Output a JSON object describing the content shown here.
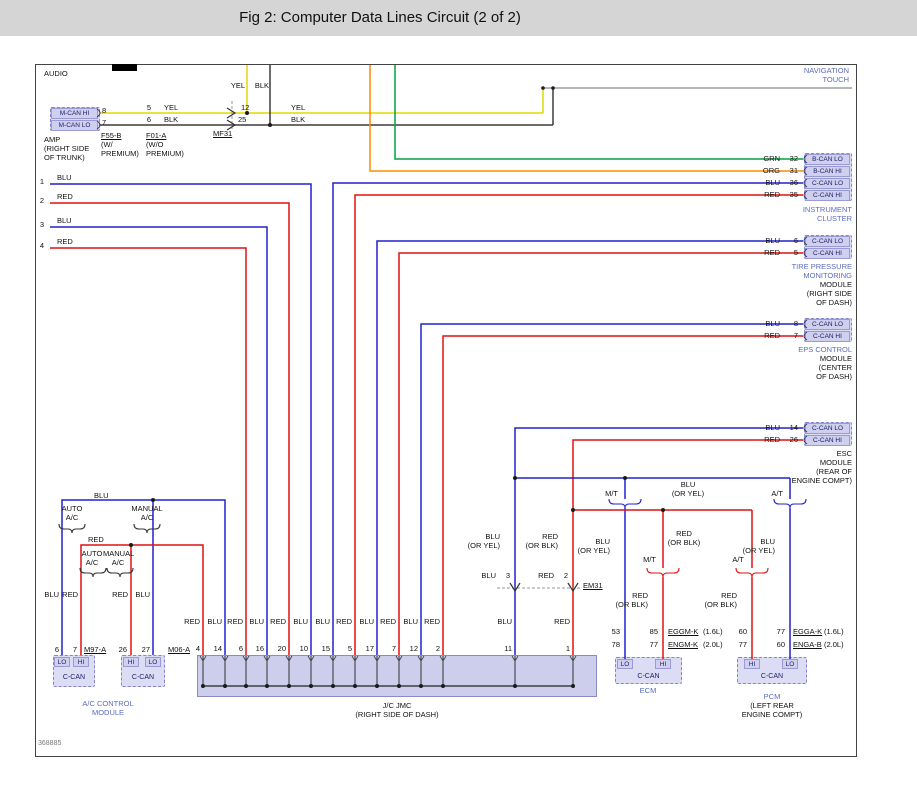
{
  "title": "Fig 2: Computer Data Lines Circuit (2 of 2)",
  "figure_id": "368885",
  "colors": {
    "wire_blue": "#2121cf",
    "wire_red": "#e01212",
    "wire_green": "#00a33e",
    "wire_orange": "#ff8c00",
    "wire_yellow": "#e3d800",
    "wire_black": "#3c3c3c",
    "wire_gray": "#8a8a8a",
    "module_text_blue": "#5b6dbd",
    "connector_fill": "#dcdcf4"
  },
  "w": {
    "blu": "BLU",
    "red": "RED",
    "yel": "YEL",
    "blk": "BLK",
    "or_yel": "(OR YEL)",
    "or_blk": "(OR BLK)",
    "mt": "M/T",
    "at": "A/T"
  },
  "header": {
    "audio": "AUDIO"
  },
  "navigation": {
    "line1": "NAVIGATION",
    "line2": "TOUCH"
  },
  "amp": {
    "rows": [
      {
        "label": "M-CAN HI",
        "pin": "8"
      },
      {
        "label": "M-CAN LO",
        "pin": "7"
      }
    ],
    "name1": "AMP",
    "name2": "(RIGHT SIDE",
    "name3": "OF TRUNK)",
    "wire_pins": [
      "5",
      "6"
    ],
    "conn_a_id": "F55-B",
    "conn_a_note1": "(W/",
    "conn_a_note2": "PREMIUM)",
    "conn_b_id": "F01-A",
    "conn_b_note1": "(W/O",
    "conn_b_note2": "PREMIUM)"
  },
  "mf31": {
    "id": "MF31",
    "pin_top": "12",
    "pin_bottom": "25"
  },
  "em31": {
    "id": "EM31",
    "pin_left": "3",
    "pin_right": "2"
  },
  "left_wires": [
    {
      "num": "1",
      "color": "BLU"
    },
    {
      "num": "2",
      "color": "RED"
    },
    {
      "num": "3",
      "color": "BLU"
    },
    {
      "num": "4",
      "color": "RED"
    }
  ],
  "cluster": {
    "rows": [
      {
        "color": "GRN",
        "pin": "32",
        "label": "B-CAN LO"
      },
      {
        "color": "ORG",
        "pin": "31",
        "label": "B-CAN HI"
      },
      {
        "color": "BLU",
        "pin": "36",
        "label": "C-CAN LO"
      },
      {
        "color": "RED",
        "pin": "35",
        "label": "C-CAN HI"
      }
    ],
    "name1": "INSTRUMENT",
    "name2": "CLUSTER"
  },
  "tpms": {
    "rows": [
      {
        "color": "BLU",
        "pin": "6",
        "label": "C-CAN LO"
      },
      {
        "color": "RED",
        "pin": "5",
        "label": "C-CAN HI"
      }
    ],
    "name1": "TIRE PRESSURE",
    "name2": "MONITORING",
    "name3": "MODULE",
    "name4": "(RIGHT SIDE",
    "name5": "OF DASH)"
  },
  "eps": {
    "rows": [
      {
        "color": "BLU",
        "pin": "8",
        "label": "C-CAN LO"
      },
      {
        "color": "RED",
        "pin": "7",
        "label": "C-CAN HI"
      }
    ],
    "name1": "EPS CONTROL",
    "name2": "MODULE",
    "name3": "(CENTER",
    "name4": "OF DASH)"
  },
  "esc": {
    "rows": [
      {
        "color": "BLU",
        "pin": "14",
        "label": "C-CAN LO"
      },
      {
        "color": "RED",
        "pin": "26",
        "label": "C-CAN HI"
      }
    ],
    "name1": "ESC",
    "name2": "MODULE",
    "name3": "(REAR OF",
    "name4": "ENGINE COMPT)"
  },
  "ac": {
    "auto_1": "AUTO",
    "auto_2": "A/C",
    "manual_1": "MANUAL",
    "manual_2": "A/C",
    "conn_a": "M97-A",
    "conn_b": "M06-A",
    "box1": {
      "terms": [
        "LO",
        "HI"
      ],
      "pins": [
        "6",
        "7"
      ],
      "label": "C-CAN"
    },
    "box2": {
      "terms": [
        "HI",
        "LO"
      ],
      "pins": [
        "26",
        "27"
      ],
      "label": "C-CAN"
    },
    "name1": "A/C CONTROL",
    "name2": "MODULE"
  },
  "jc": {
    "cols": [
      {
        "color": "RED",
        "pin": "4"
      },
      {
        "color": "BLU",
        "pin": "14"
      },
      {
        "color": "RED",
        "pin": "6"
      },
      {
        "color": "BLU",
        "pin": "16"
      },
      {
        "color": "RED",
        "pin": "20"
      },
      {
        "color": "BLU",
        "pin": "10"
      },
      {
        "color": "BLU",
        "pin": "15"
      },
      {
        "color": "RED",
        "pin": "5"
      },
      {
        "color": "BLU",
        "pin": "17"
      },
      {
        "color": "RED",
        "pin": "7"
      },
      {
        "color": "BLU",
        "pin": "12"
      },
      {
        "color": "RED",
        "pin": "2"
      },
      {
        "color": "BLU",
        "pin": "11"
      },
      {
        "color": "RED",
        "pin": "1"
      }
    ],
    "name1": "J/C JMC",
    "name2": "(RIGHT SIDE OF DASH)"
  },
  "ecm": {
    "terms": [
      "LO",
      "HI"
    ],
    "label": "C-CAN",
    "name": "ECM",
    "rows": [
      {
        "pin_a": "53",
        "pin_b": "85",
        "circuit": "EGGM-K",
        "engine": "(1.6L)"
      },
      {
        "pin_a": "78",
        "pin_b": "77",
        "circuit": "ENGM-K",
        "engine": "(2.0L)"
      }
    ]
  },
  "pcm": {
    "terms": [
      "HI",
      "LO"
    ],
    "label": "C-CAN",
    "name1": "PCM",
    "name2": "(LEFT REAR",
    "name3": "ENGINE COMPT)",
    "rows": [
      {
        "pin_a": "60",
        "pin_b": "77",
        "circuit": "EGGA-K",
        "engine": "(1.6L)"
      },
      {
        "pin_a": "77",
        "pin_b": "60",
        "circuit": "ENGA-B",
        "engine": "(2.0L)"
      }
    ]
  }
}
